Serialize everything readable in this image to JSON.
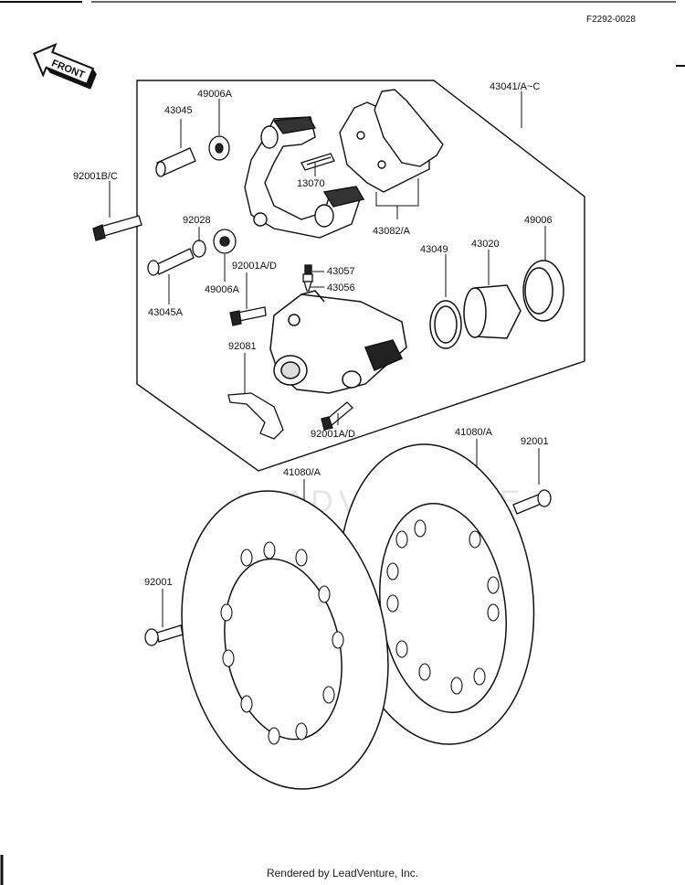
{
  "header": {
    "figure_code": "F2292-0028",
    "front_label": "FRONT"
  },
  "watermark": "LEADVENTURE",
  "footer": {
    "text": "Rendered by LeadVenture, Inc."
  },
  "labels": {
    "p43041": "43041/A~C",
    "p49006A_top": "49006A",
    "p43045": "43045",
    "p92001BC": "92001B/C",
    "p13070": "13070",
    "p43082": "43082/A",
    "p92028": "92028",
    "p43045A": "43045A",
    "p49006A_low": "49006A",
    "p92001AD_top": "92001A/D",
    "p43057": "43057",
    "p43056": "43056",
    "p43049": "43049",
    "p43020": "43020",
    "p49006": "49006",
    "p92081": "92081",
    "p92001AD_bot": "92001A/D",
    "p41080A_left": "41080/A",
    "p41080A_right": "41080/A",
    "p92001_left": "92001",
    "p92001_right": "92001"
  }
}
